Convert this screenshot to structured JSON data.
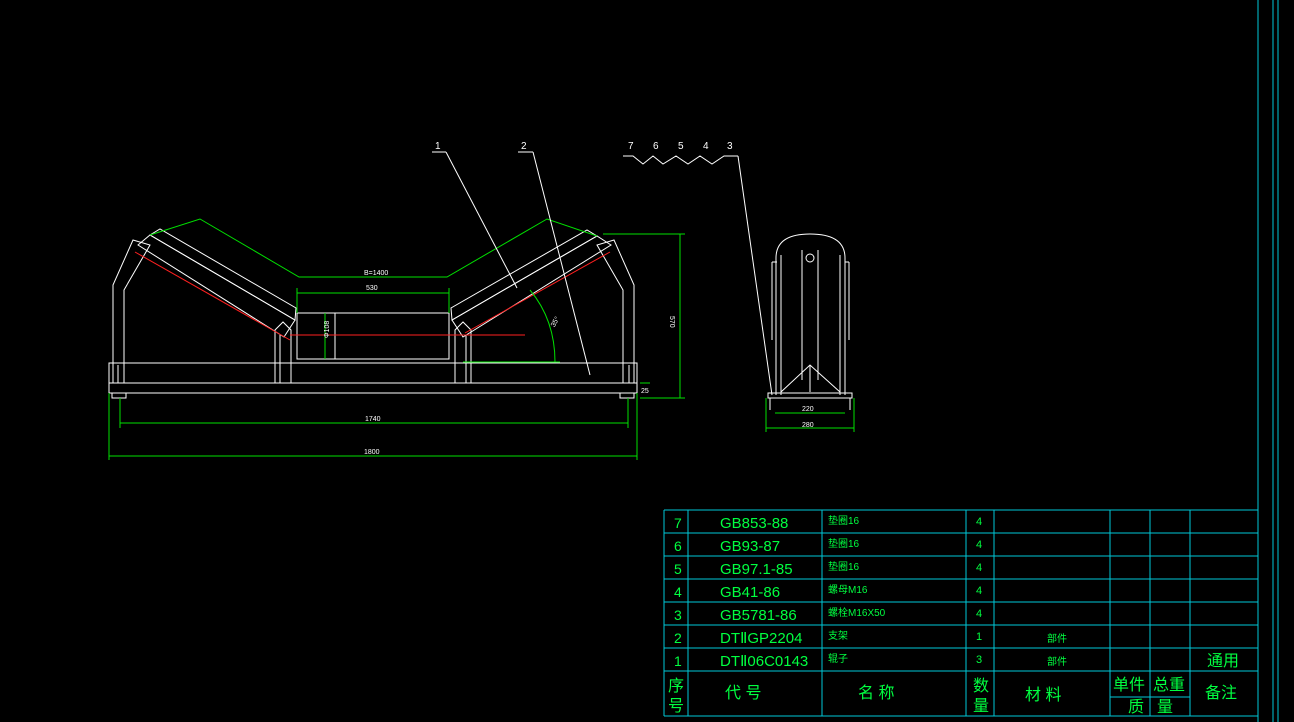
{
  "drawing": {
    "balloons": {
      "main_left": "1",
      "main_right": "2",
      "side_row": [
        "7",
        "6",
        "5",
        "4",
        "3"
      ]
    },
    "dims": {
      "b": "B=1400",
      "inner_width": "530",
      "diameter": "Φ108",
      "angle": "35°",
      "height": "570",
      "base_gap": "25",
      "width_1740": "1740",
      "width_1800": "1800",
      "side_220": "220",
      "side_280": "280"
    }
  },
  "bom": {
    "rows": [
      {
        "no": "7",
        "code": "GB853-88",
        "name": "垫圈16",
        "qty": "4",
        "material": "",
        "remark": ""
      },
      {
        "no": "6",
        "code": "GB93-87",
        "name": "垫圈16",
        "qty": "4",
        "material": "",
        "remark": ""
      },
      {
        "no": "5",
        "code": "GB97.1-85",
        "name": "垫圈16",
        "qty": "4",
        "material": "",
        "remark": ""
      },
      {
        "no": "4",
        "code": "GB41-86",
        "name": "螺母M16",
        "qty": "4",
        "material": "",
        "remark": ""
      },
      {
        "no": "3",
        "code": "GB5781-86",
        "name": "螺栓M16X50",
        "qty": "4",
        "material": "",
        "remark": ""
      },
      {
        "no": "2",
        "code": "DTⅡGP2204",
        "name": "支架",
        "qty": "1",
        "material": "部件",
        "remark": ""
      },
      {
        "no": "1",
        "code": "DTⅡ06C0143",
        "name": "辊子",
        "qty": "3",
        "material": "部件",
        "remark": "通用"
      }
    ],
    "header": {
      "no": [
        "序",
        "号"
      ],
      "code": "代 号",
      "name": "名 称",
      "qty": [
        "数",
        "量"
      ],
      "material": "材 料",
      "unit_mass": [
        "单件",
        "质"
      ],
      "total_mass": [
        "总重",
        "量"
      ],
      "remark": "备注"
    }
  }
}
